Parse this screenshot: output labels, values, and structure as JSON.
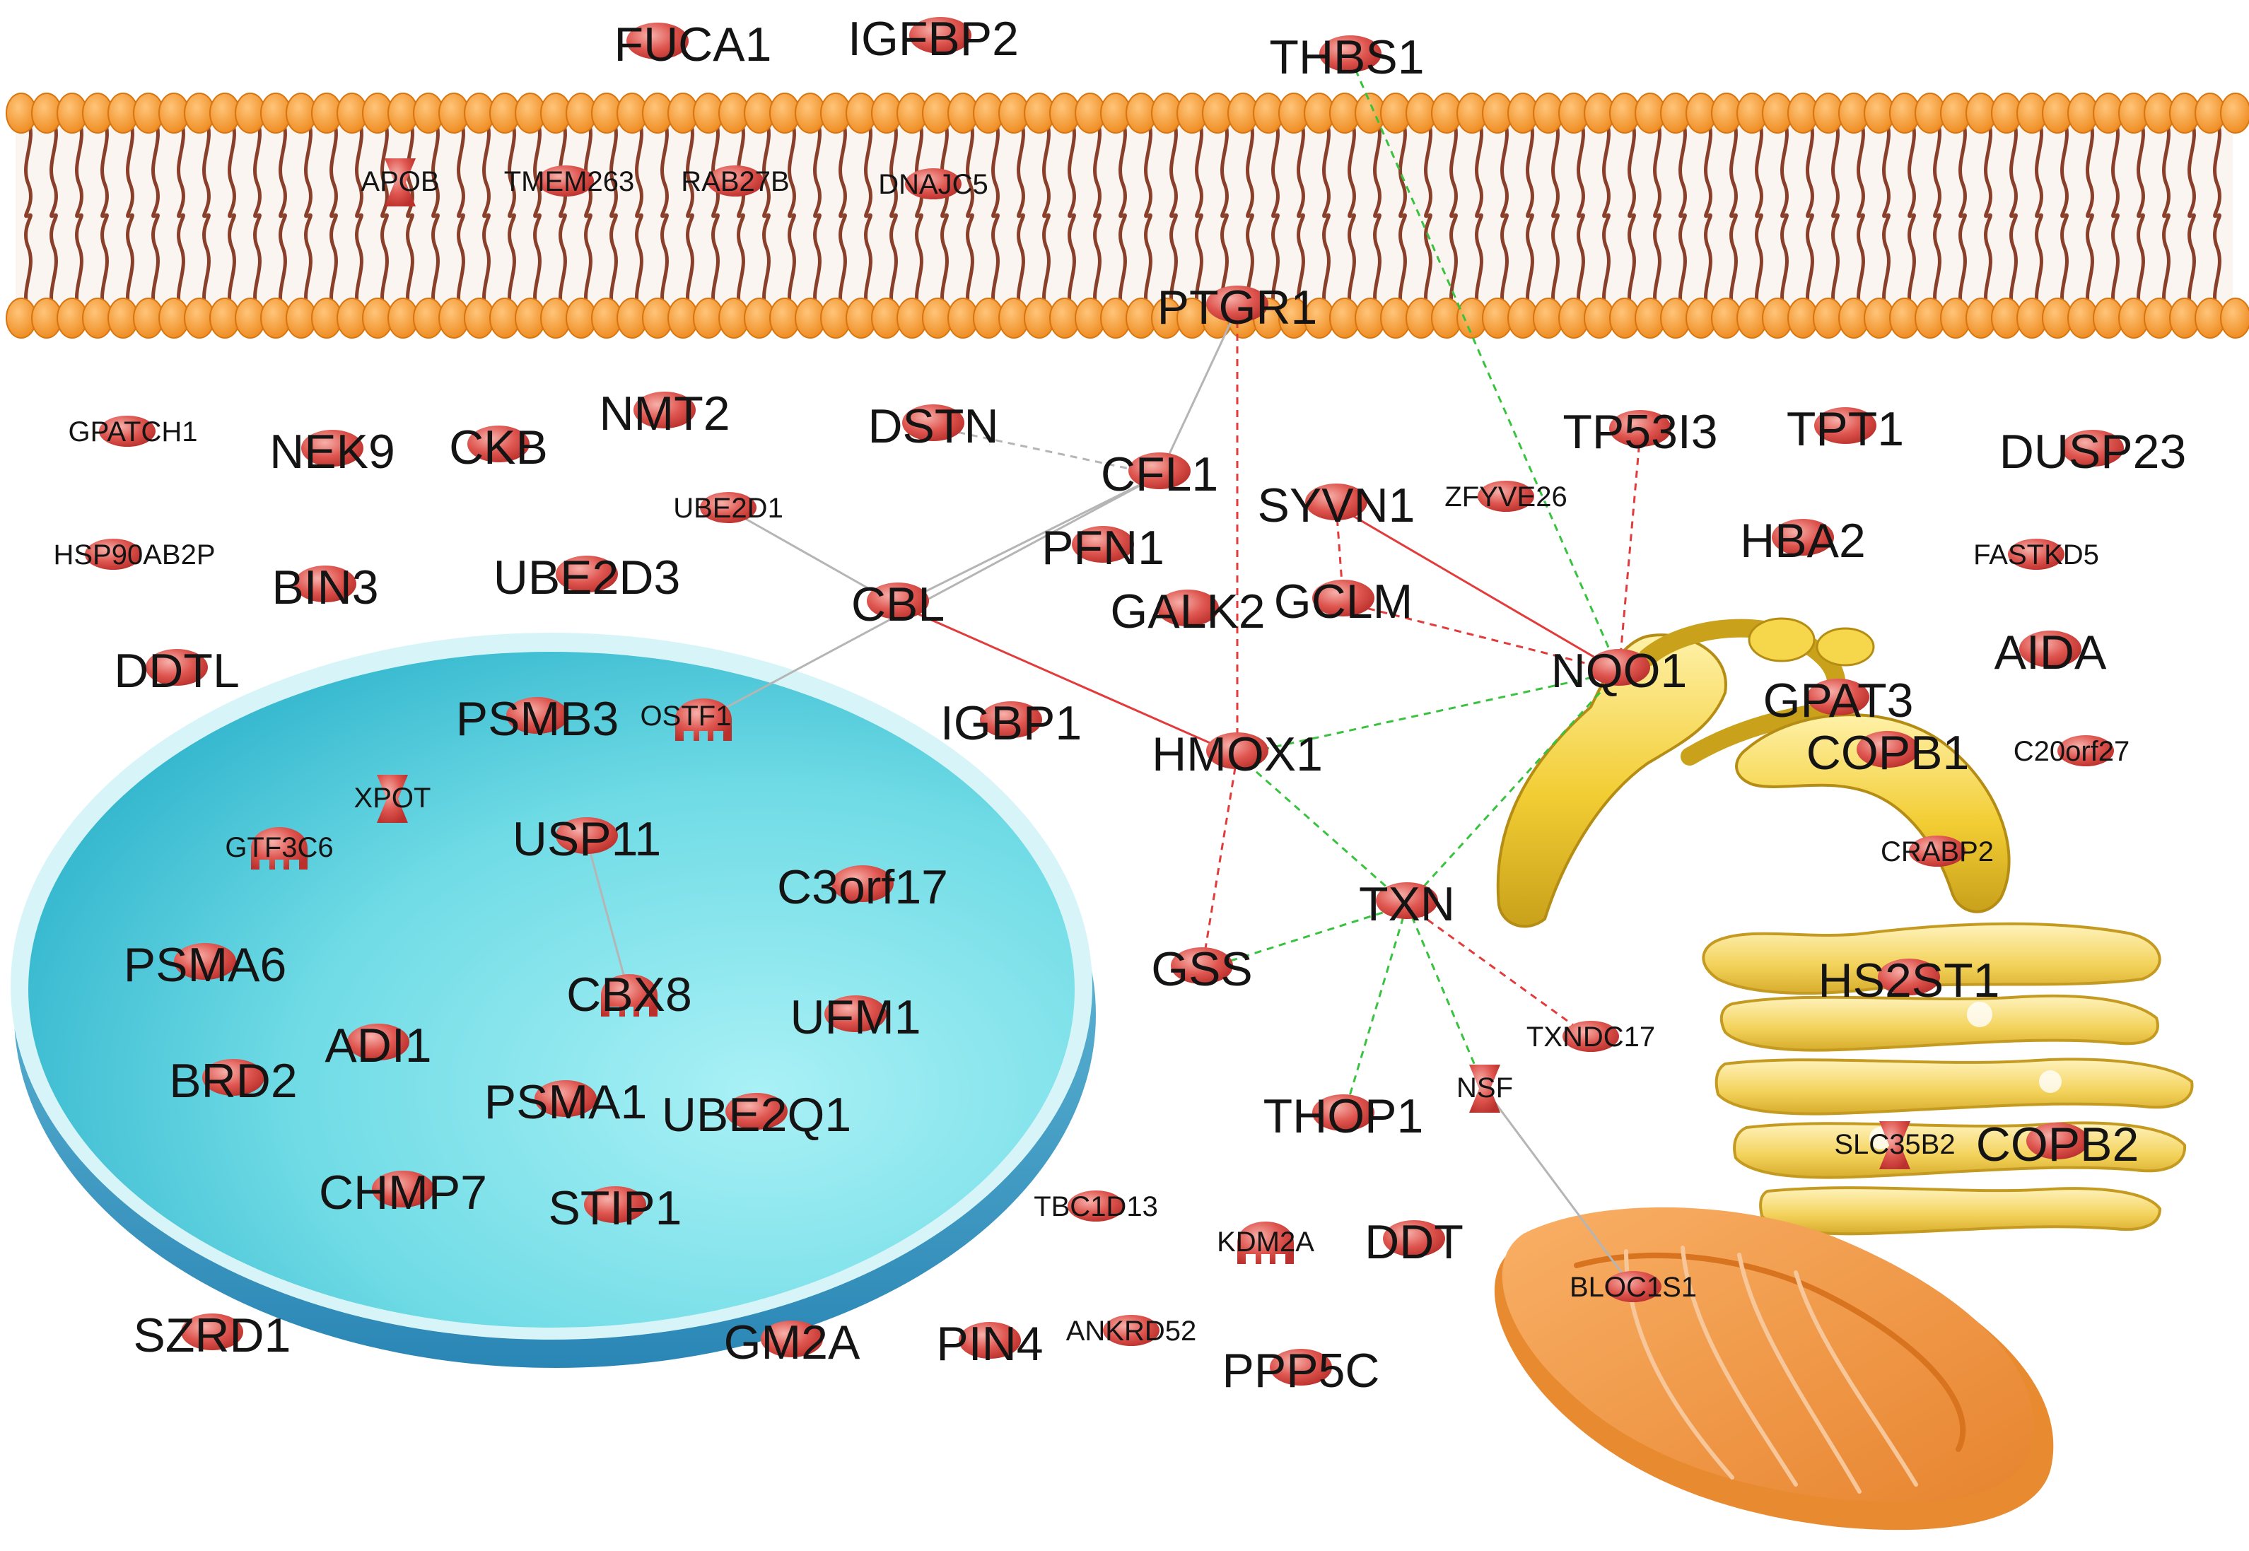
{
  "colors": {
    "node_fill": "#d9453f",
    "node_highlight": "#f5a6a0",
    "membrane_head": "#f39a2c",
    "membrane_tail": "#8a3f2a",
    "nucleus_fill": "#5ed3de",
    "nucleus_rim": "#3a9fc2",
    "er_fill": "#f2c92a",
    "golgi_fill": "#f3d25a",
    "mito_fill": "#f39a4c",
    "edge_grey": "#b5b5b5",
    "edge_red": "#e23b3b",
    "edge_green": "#39c23f"
  },
  "compartments": {
    "plasma_membrane": "lipid bilayer",
    "nucleus": "nucleus",
    "endoplasmic_reticulum": "endoplasmic reticulum",
    "golgi": "golgi apparatus",
    "mitochondrion": "mitochondrion"
  },
  "node_shapes": {
    "oval": "protein-icon",
    "transporter": "transporter-icon",
    "factor": "transcription-factor-icon"
  },
  "nodes": [
    {
      "id": "FUCA1",
      "label": "FUCA1",
      "shape": "oval",
      "size": "large"
    },
    {
      "id": "IGFBP2",
      "label": "IGFBP2",
      "shape": "oval",
      "size": "large"
    },
    {
      "id": "THBS1",
      "label": "THBS1",
      "shape": "oval",
      "size": "large"
    },
    {
      "id": "APOB",
      "label": "APOB",
      "shape": "transporter",
      "size": "small"
    },
    {
      "id": "TMEM263",
      "label": "TMEM263",
      "shape": "oval",
      "size": "small"
    },
    {
      "id": "RAB27B",
      "label": "RAB27B",
      "shape": "oval",
      "size": "small"
    },
    {
      "id": "DNAJC5",
      "label": "DNAJC5",
      "shape": "oval",
      "size": "small"
    },
    {
      "id": "PTGR1",
      "label": "PTGR1",
      "shape": "oval",
      "size": "large"
    },
    {
      "id": "GPATCH1",
      "label": "GPATCH1",
      "shape": "oval",
      "size": "small"
    },
    {
      "id": "NEK9",
      "label": "NEK9",
      "shape": "oval",
      "size": "large"
    },
    {
      "id": "CKB",
      "label": "CKB",
      "shape": "oval",
      "size": "large"
    },
    {
      "id": "NMT2",
      "label": "NMT2",
      "shape": "oval",
      "size": "large"
    },
    {
      "id": "DSTN",
      "label": "DSTN",
      "shape": "oval",
      "size": "large"
    },
    {
      "id": "TP53I3",
      "label": "TP53I3",
      "shape": "oval",
      "size": "large"
    },
    {
      "id": "TPT1",
      "label": "TPT1",
      "shape": "oval",
      "size": "large"
    },
    {
      "id": "DUSP23",
      "label": "DUSP23",
      "shape": "oval",
      "size": "large"
    },
    {
      "id": "UBE2D1",
      "label": "UBE2D1",
      "shape": "oval",
      "size": "small"
    },
    {
      "id": "CFL1",
      "label": "CFL1",
      "shape": "oval",
      "size": "large"
    },
    {
      "id": "SYVN1",
      "label": "SYVN1",
      "shape": "oval",
      "size": "large"
    },
    {
      "id": "ZFYVE26",
      "label": "ZFYVE26",
      "shape": "oval",
      "size": "small"
    },
    {
      "id": "HSP90AB2P",
      "label": "HSP90AB2P",
      "shape": "oval",
      "size": "small"
    },
    {
      "id": "PFN1",
      "label": "PFN1",
      "shape": "oval",
      "size": "large"
    },
    {
      "id": "HBA2",
      "label": "HBA2",
      "shape": "oval",
      "size": "large"
    },
    {
      "id": "FASTKD5",
      "label": "FASTKD5",
      "shape": "oval",
      "size": "small"
    },
    {
      "id": "BIN3",
      "label": "BIN3",
      "shape": "oval",
      "size": "large"
    },
    {
      "id": "UBE2D3",
      "label": "UBE2D3",
      "shape": "oval",
      "size": "large"
    },
    {
      "id": "GALK2",
      "label": "GALK2",
      "shape": "oval",
      "size": "large"
    },
    {
      "id": "GCLM",
      "label": "GCLM",
      "shape": "oval",
      "size": "large"
    },
    {
      "id": "CBL",
      "label": "CBL",
      "shape": "oval",
      "size": "large"
    },
    {
      "id": "DDTL",
      "label": "DDTL",
      "shape": "oval",
      "size": "large"
    },
    {
      "id": "NQO1",
      "label": "NQO1",
      "shape": "oval",
      "size": "large"
    },
    {
      "id": "AIDA",
      "label": "AIDA",
      "shape": "oval",
      "size": "large"
    },
    {
      "id": "GPAT3",
      "label": "GPAT3",
      "shape": "oval",
      "size": "large"
    },
    {
      "id": "PSMB3",
      "label": "PSMB3",
      "shape": "oval",
      "size": "large"
    },
    {
      "id": "OSTF1",
      "label": "OSTF1",
      "shape": "factor",
      "size": "small"
    },
    {
      "id": "IGBP1",
      "label": "IGBP1",
      "shape": "oval",
      "size": "large"
    },
    {
      "id": "HMOX1",
      "label": "HMOX1",
      "shape": "oval",
      "size": "large"
    },
    {
      "id": "COPB1",
      "label": "COPB1",
      "shape": "oval",
      "size": "large"
    },
    {
      "id": "C20orf27",
      "label": "C20orf27",
      "shape": "oval",
      "size": "small"
    },
    {
      "id": "XPOT",
      "label": "XPOT",
      "shape": "transporter",
      "size": "small"
    },
    {
      "id": "GTF3C6",
      "label": "GTF3C6",
      "shape": "factor",
      "size": "small"
    },
    {
      "id": "USP11",
      "label": "USP11",
      "shape": "oval",
      "size": "large"
    },
    {
      "id": "CRABP2",
      "label": "CRABP2",
      "shape": "oval",
      "size": "small"
    },
    {
      "id": "C3orf17",
      "label": "C3orf17",
      "shape": "oval",
      "size": "large"
    },
    {
      "id": "TXN",
      "label": "TXN",
      "shape": "oval",
      "size": "large"
    },
    {
      "id": "PSMA6",
      "label": "PSMA6",
      "shape": "oval",
      "size": "large"
    },
    {
      "id": "GSS",
      "label": "GSS",
      "shape": "oval",
      "size": "large"
    },
    {
      "id": "HS2ST1",
      "label": "HS2ST1",
      "shape": "oval",
      "size": "large"
    },
    {
      "id": "CBX8",
      "label": "CBX8",
      "shape": "factor",
      "size": "large"
    },
    {
      "id": "UFM1",
      "label": "UFM1",
      "shape": "oval",
      "size": "large"
    },
    {
      "id": "ADI1",
      "label": "ADI1",
      "shape": "oval",
      "size": "large"
    },
    {
      "id": "TXNDC17",
      "label": "TXNDC17",
      "shape": "oval",
      "size": "small"
    },
    {
      "id": "BRD2",
      "label": "BRD2",
      "shape": "oval",
      "size": "large"
    },
    {
      "id": "NSF",
      "label": "NSF",
      "shape": "transporter",
      "size": "small"
    },
    {
      "id": "PSMA1",
      "label": "PSMA1",
      "shape": "oval",
      "size": "large"
    },
    {
      "id": "UBE2Q1",
      "label": "UBE2Q1",
      "shape": "oval",
      "size": "large"
    },
    {
      "id": "THOP1",
      "label": "THOP1",
      "shape": "oval",
      "size": "large"
    },
    {
      "id": "SLC35B2",
      "label": "SLC35B2",
      "shape": "transporter",
      "size": "small"
    },
    {
      "id": "COPB2",
      "label": "COPB2",
      "shape": "oval",
      "size": "large"
    },
    {
      "id": "CHMP7",
      "label": "CHMP7",
      "shape": "oval",
      "size": "large"
    },
    {
      "id": "STIP1",
      "label": "STIP1",
      "shape": "oval",
      "size": "large"
    },
    {
      "id": "TBC1D13",
      "label": "TBC1D13",
      "shape": "oval",
      "size": "small"
    },
    {
      "id": "KDM2A",
      "label": "KDM2A",
      "shape": "factor",
      "size": "small"
    },
    {
      "id": "DDT",
      "label": "DDT",
      "shape": "oval",
      "size": "large"
    },
    {
      "id": "BLOC1S1",
      "label": "BLOC1S1",
      "shape": "oval",
      "size": "small"
    },
    {
      "id": "SZRD1",
      "label": "SZRD1",
      "shape": "oval",
      "size": "large"
    },
    {
      "id": "GM2A",
      "label": "GM2A",
      "shape": "oval",
      "size": "large"
    },
    {
      "id": "PIN4",
      "label": "PIN4",
      "shape": "oval",
      "size": "large"
    },
    {
      "id": "ANKRD52",
      "label": "ANKRD52",
      "shape": "oval",
      "size": "small"
    },
    {
      "id": "PPP5C",
      "label": "PPP5C",
      "shape": "oval",
      "size": "large"
    }
  ],
  "edges": [
    {
      "from": "UBE2D1",
      "to": "CBL",
      "style": "grey"
    },
    {
      "from": "CBL",
      "to": "CFL1",
      "style": "grey"
    },
    {
      "from": "DSTN",
      "to": "CFL1",
      "style": "grey-dashed"
    },
    {
      "from": "CFL1",
      "to": "PTGR1",
      "style": "grey"
    },
    {
      "from": "CFL1",
      "to": "OSTF1",
      "style": "grey"
    },
    {
      "from": "USP11",
      "to": "CBX8",
      "style": "grey"
    },
    {
      "from": "CBL",
      "to": "HMOX1",
      "style": "red"
    },
    {
      "from": "PTGR1",
      "to": "HMOX1",
      "style": "red-dashed"
    },
    {
      "from": "SYVN1",
      "to": "NQO1",
      "style": "red"
    },
    {
      "from": "SYVN1",
      "to": "GCLM",
      "style": "red-dashed"
    },
    {
      "from": "GCLM",
      "to": "NQO1",
      "style": "red-dashed"
    },
    {
      "from": "TP53I3",
      "to": "NQO1",
      "style": "red-dashed"
    },
    {
      "from": "THBS1",
      "to": "NQO1",
      "style": "green-dashed"
    },
    {
      "from": "HMOX1",
      "to": "NQO1",
      "style": "green-dashed"
    },
    {
      "from": "HMOX1",
      "to": "GSS",
      "style": "red-dashed"
    },
    {
      "from": "HMOX1",
      "to": "TXN",
      "style": "green-dashed"
    },
    {
      "from": "TXN",
      "to": "NQO1",
      "style": "green-dashed"
    },
    {
      "from": "TXN",
      "to": "GSS",
      "style": "green-dashed"
    },
    {
      "from": "TXN",
      "to": "TXNDC17",
      "style": "red-dashed"
    },
    {
      "from": "TXN",
      "to": "THOP1",
      "style": "green-dashed"
    },
    {
      "from": "TXN",
      "to": "NSF",
      "style": "green-dashed"
    },
    {
      "from": "NSF",
      "to": "BLOC1S1",
      "style": "grey"
    }
  ]
}
